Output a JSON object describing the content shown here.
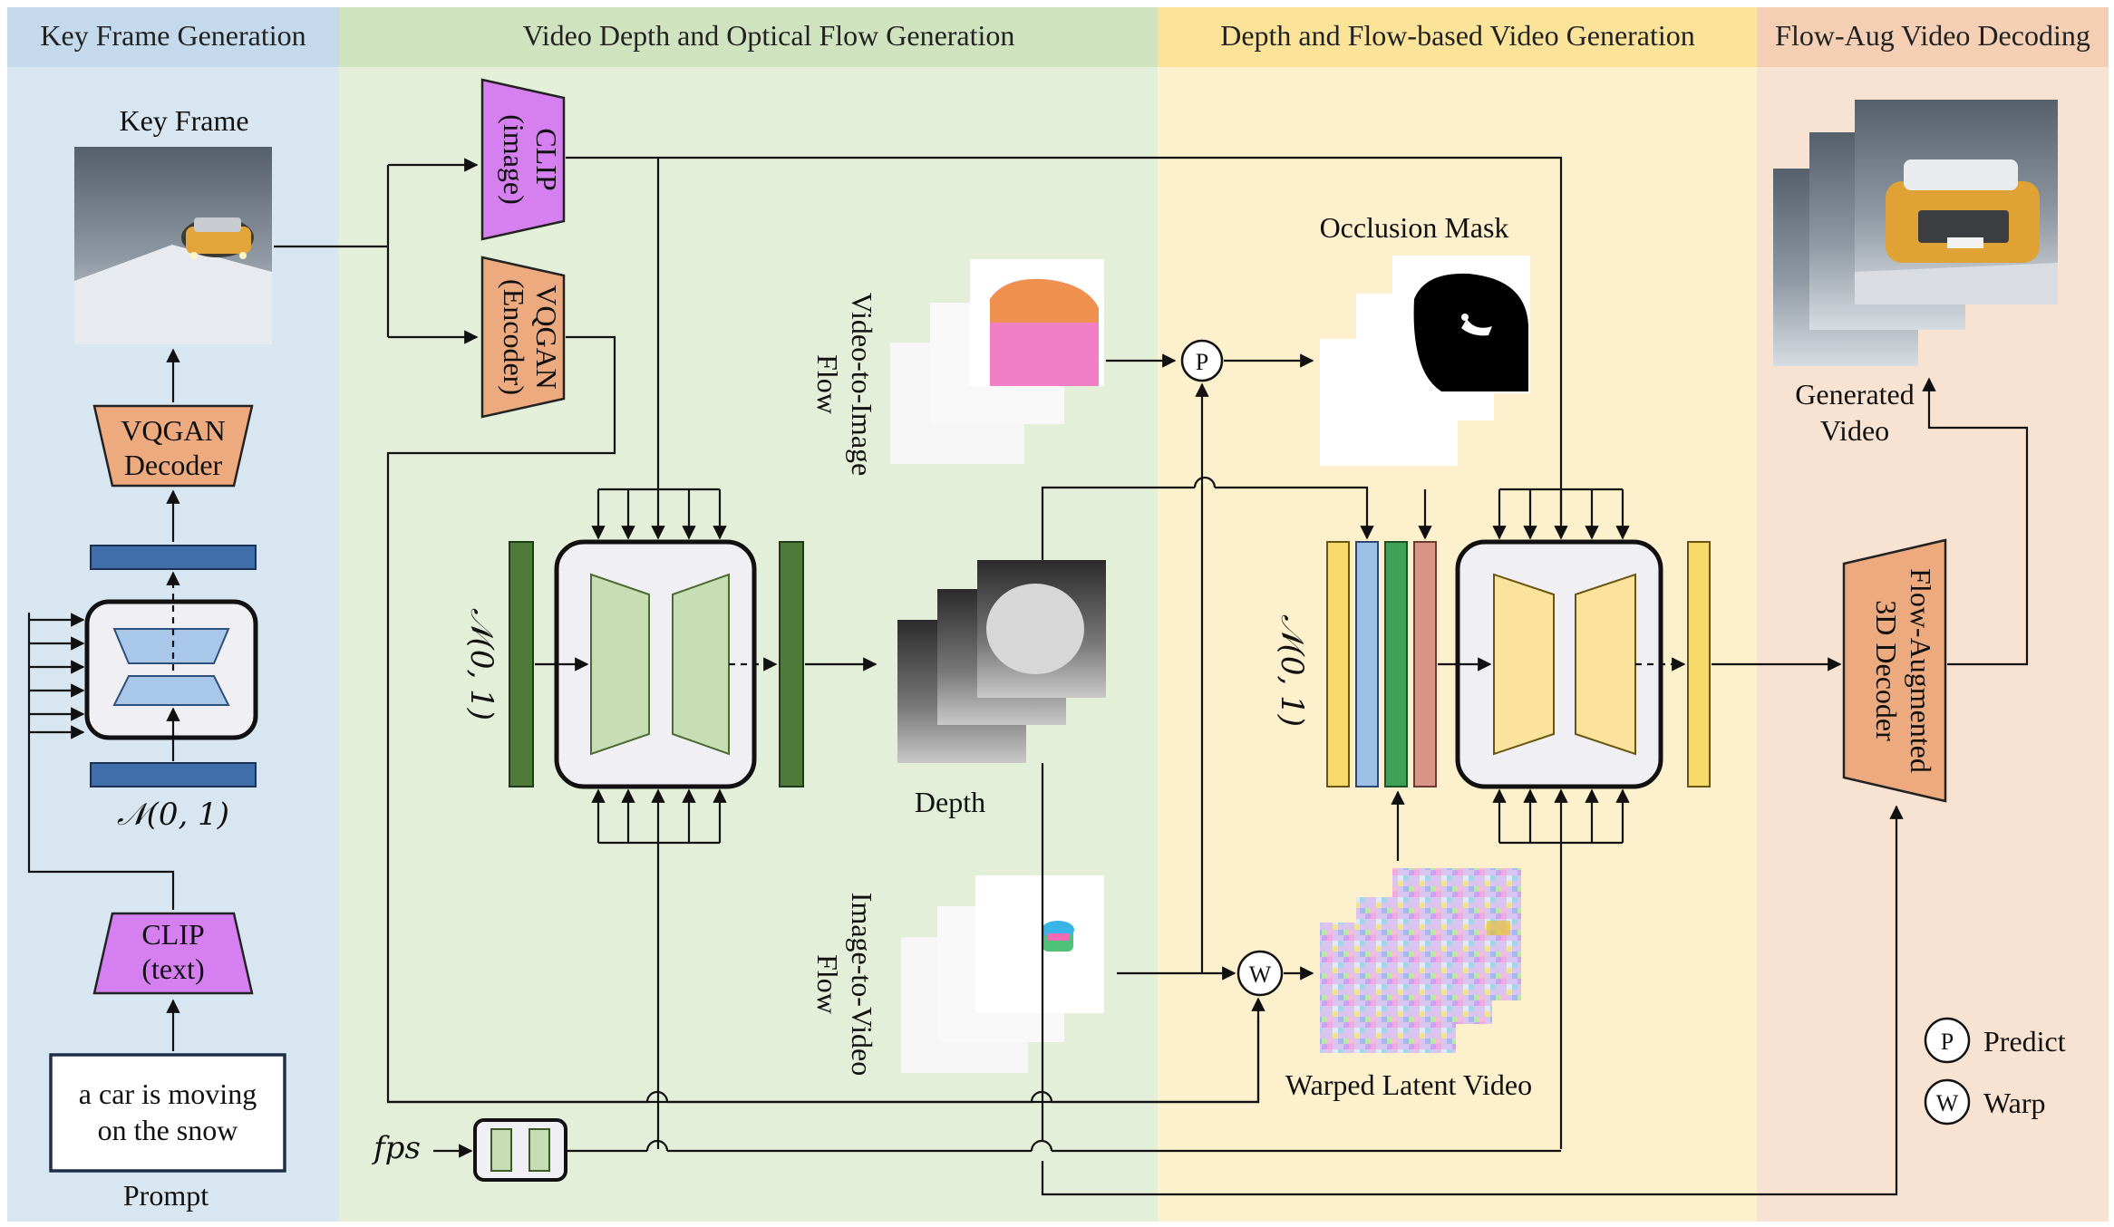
{
  "sections": {
    "keyframe": {
      "title": "Key Frame Generation",
      "color": "#d8e6f2"
    },
    "depthflow": {
      "title": "Video Depth and Optical Flow Generation",
      "color": "#e3efd8"
    },
    "videogen": {
      "title": "Depth and Flow-based Video Generation",
      "color": "#fdf0cc"
    },
    "decoding": {
      "title": "Flow-Aug Video Decoding",
      "color": "#f8e3d3"
    }
  },
  "header_colors": {
    "keyframe": "#c5d9ec",
    "depthflow": "#cfe3bf",
    "videogen": "#fbe49a",
    "decoding": "#f4cfb3"
  },
  "labels": {
    "key_frame": "Key Frame",
    "prompt_text_1": "a car is moving",
    "prompt_text_2": "on the snow",
    "prompt": "Prompt",
    "noise_left": "𝒩(0, 1)",
    "noise_mid": "𝒩(0, 1)",
    "noise_right": "𝒩(0, 1)",
    "fps": "fps",
    "v2i_flow_1": "Video-to-Image",
    "v2i_flow_2": "Flow",
    "i2v_flow_1": "Image-to-Video",
    "i2v_flow_2": "Flow",
    "depth": "Depth",
    "occlusion_mask": "Occlusion Mask",
    "warped_latent": "Warped Latent Video",
    "generated_1": "Generated",
    "generated_2": "Video"
  },
  "blocks": {
    "vqgan_decoder_1": "VQGAN",
    "vqgan_decoder_2": "Decoder",
    "clip_text_1": "CLIP",
    "clip_text_2": "(text)",
    "clip_image_1": "CLIP",
    "clip_image_2": "(image)",
    "vqgan_encoder_1": "VQGAN",
    "vqgan_encoder_2": "(Encoder)",
    "flow_decoder_1": "Flow-Augmented",
    "flow_decoder_2": "3D Decoder"
  },
  "legend": {
    "p_symbol": "P",
    "p_label": "Predict",
    "w_symbol": "W",
    "w_label": "Warp"
  },
  "colors": {
    "clip": "#d57ff0",
    "vqgan": "#eeaa7f",
    "latent_blue": "#3f6ea8",
    "unet_left_fill": "#a9c7e9",
    "unet_mid_fill": "#c7ddb3",
    "unet_right_fill": "#fbe39d",
    "green_bar": "#4f7a3a",
    "yellow_bar": "#f8da6a",
    "blue_bar": "#9fc0e6",
    "green_bar2": "#3ea057",
    "red_bar": "#d99488"
  }
}
